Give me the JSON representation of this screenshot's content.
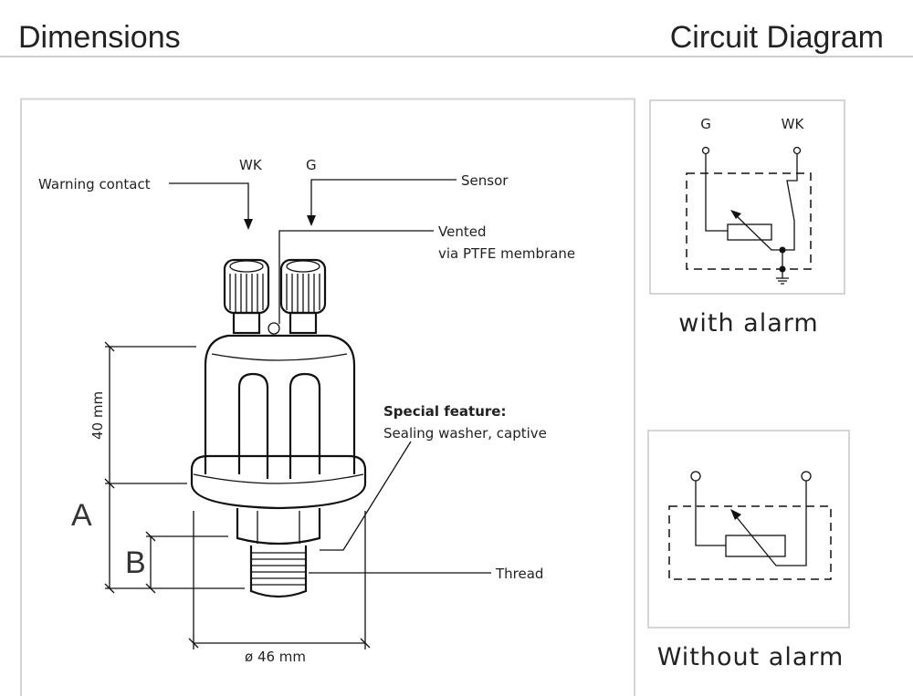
{
  "header": {
    "left_title": "Dimensions",
    "right_title": "Circuit Diagram"
  },
  "dimensions": {
    "labels": {
      "warning_contact": "Warning contact",
      "wk": "WK",
      "g": "G",
      "sensor": "Sensor",
      "vented_line1": "Vented",
      "vented_line2": "via PTFE membrane",
      "special_feature_title": "Special feature:",
      "special_feature_text": "Sealing washer, captive",
      "thread": "Thread",
      "height": "40 mm",
      "diameter": "ø 46 mm",
      "dim_a": "A",
      "dim_b": "B"
    }
  },
  "circuits": [
    {
      "caption": "with alarm",
      "terminal_left": "G",
      "terminal_right": "WK"
    },
    {
      "caption": "Without alarm"
    }
  ]
}
